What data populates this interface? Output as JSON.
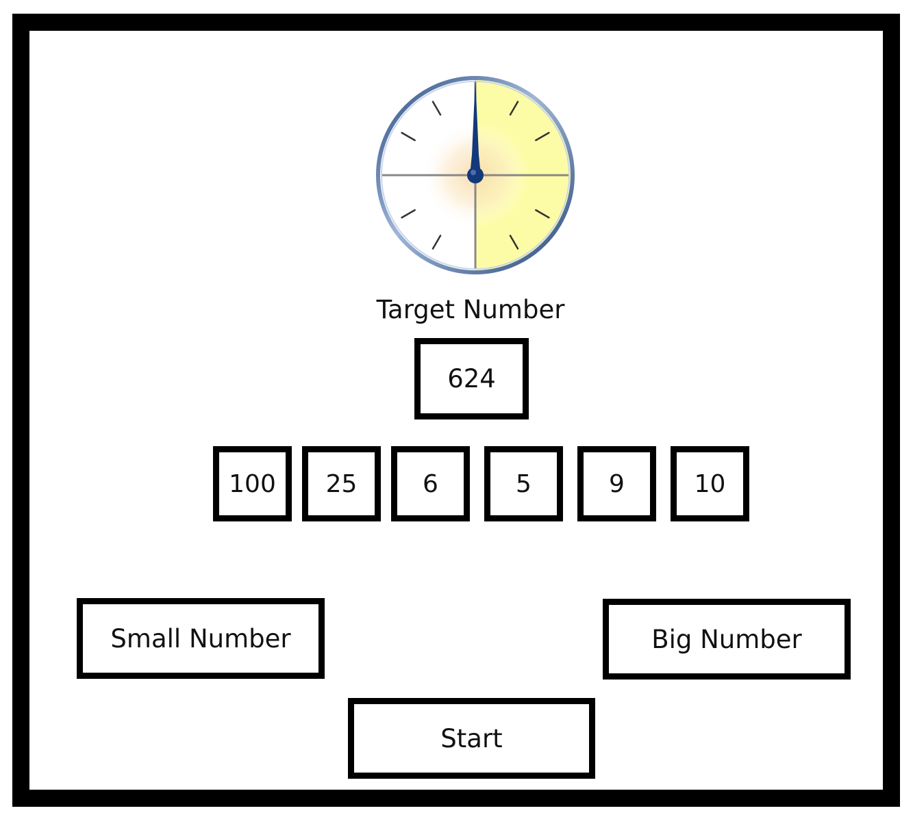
{
  "target": {
    "label": "Target Number",
    "value": "624"
  },
  "numbers": [
    "100",
    "25",
    "6",
    "5",
    "9",
    "10"
  ],
  "buttons": {
    "small": "Small Number",
    "big": "Big Number",
    "start": "Start"
  },
  "timer": {
    "icon": "stopwatch-icon",
    "elapsed_fraction": 0.5,
    "fill_color": "#fdfca6",
    "rim_color": "#4f75a8",
    "hand_color": "#13397a"
  }
}
